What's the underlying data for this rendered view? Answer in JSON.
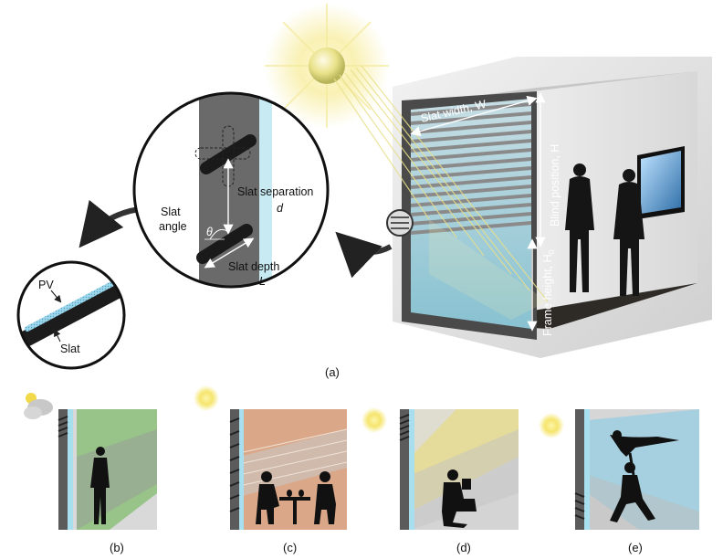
{
  "main": {
    "caption": "(a)",
    "room": {
      "slat_width": "Slat width, W",
      "blind_position": "Blind position, H",
      "frame_height": "Frame height, H",
      "frame_height_sub": "0"
    },
    "detail": {
      "slat_separation": "Slat separation",
      "slat_separation_symbol": "d",
      "slat_angle_line1": "Slat",
      "slat_angle_line2": "angle",
      "angle_symbol": "θ",
      "slat_depth": "Slat depth",
      "slat_depth_symbol": "L"
    },
    "slat_inset": {
      "pv": "PV",
      "slat": "Slat"
    }
  },
  "panels": [
    {
      "label": "(b)"
    },
    {
      "label": "(c)"
    },
    {
      "label": "(d)"
    },
    {
      "label": "(e)"
    }
  ]
}
